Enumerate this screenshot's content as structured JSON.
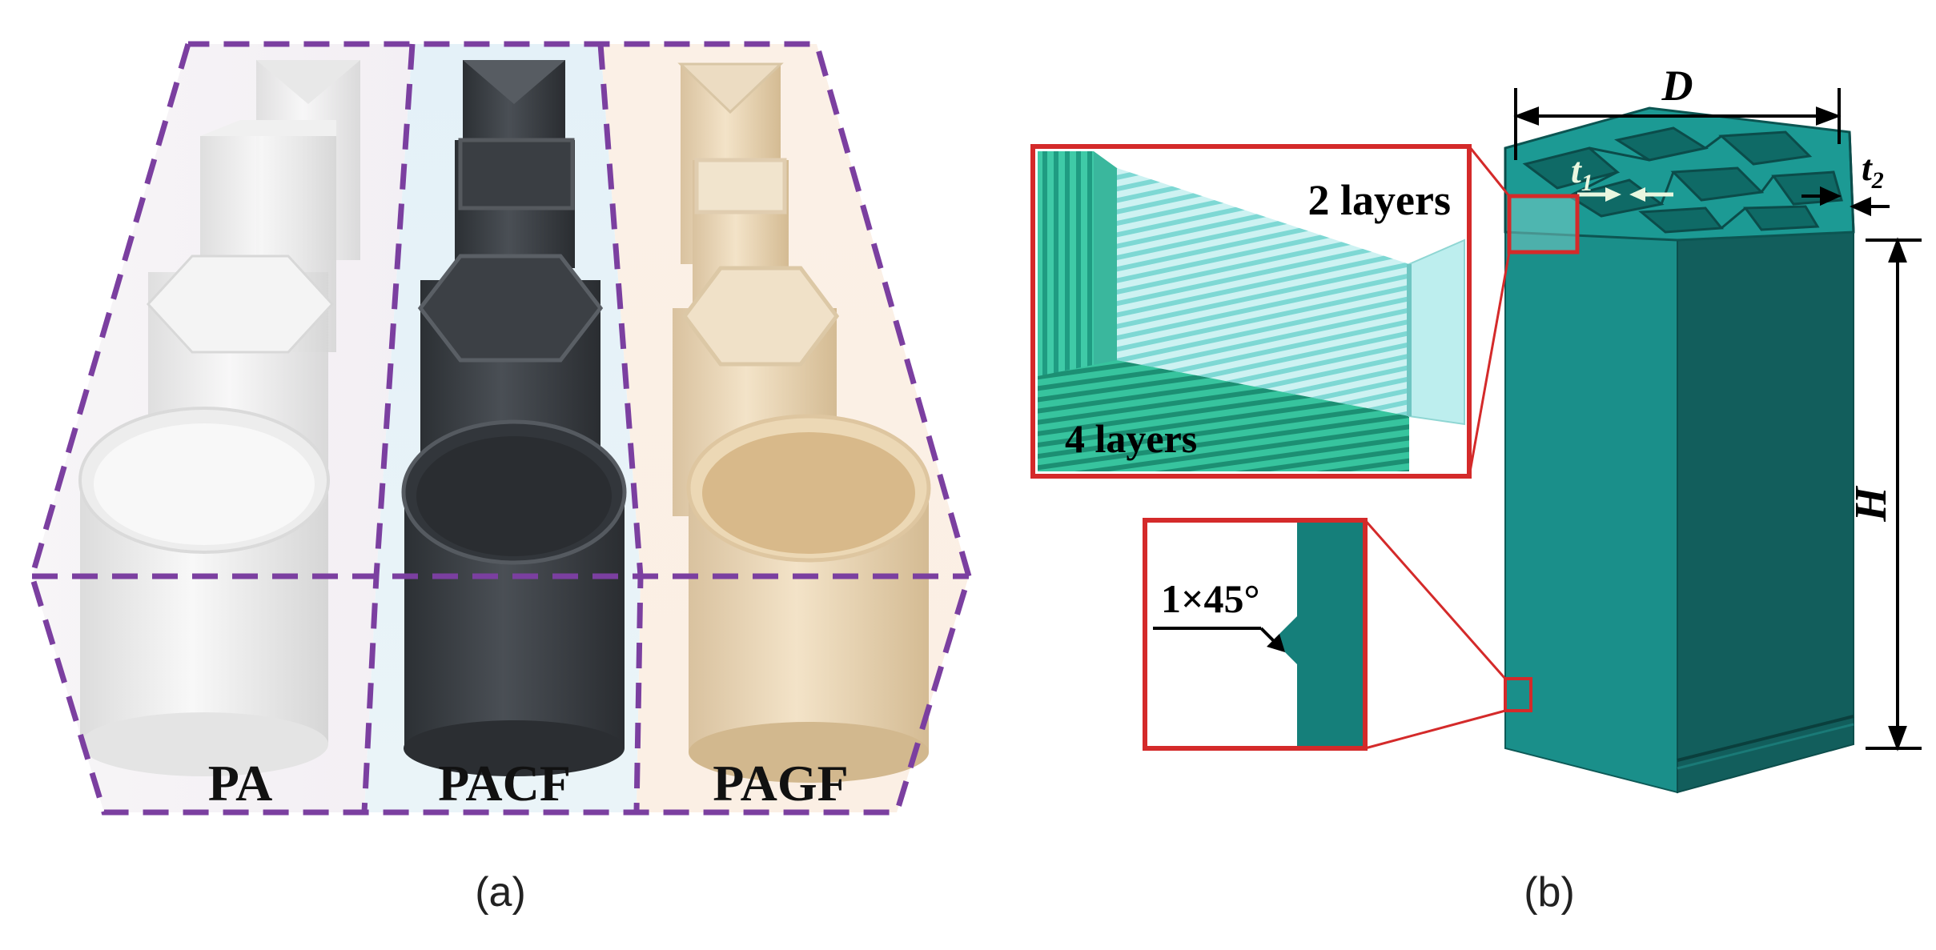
{
  "panel_a": {
    "materials": [
      {
        "label": "PA",
        "color": "#ececec"
      },
      {
        "label": "PACF",
        "color": "#3d4146"
      },
      {
        "label": "PAGF",
        "color": "#e9d5b6"
      }
    ],
    "caption": "(a)",
    "frame_color": "#7b3fa0"
  },
  "panel_b": {
    "dims": {
      "D": "D",
      "t1": "t",
      "t1_sub": "1",
      "t2": "t",
      "t2_sub": "2",
      "H": "H"
    },
    "inset_top": {
      "label_top": "2 layers",
      "label_bottom": "4 layers"
    },
    "inset_bottom": {
      "label": "1×45°"
    },
    "caption": "(b)",
    "model_color": "#1a8a86",
    "inset_border_color": "#d42a2a"
  }
}
